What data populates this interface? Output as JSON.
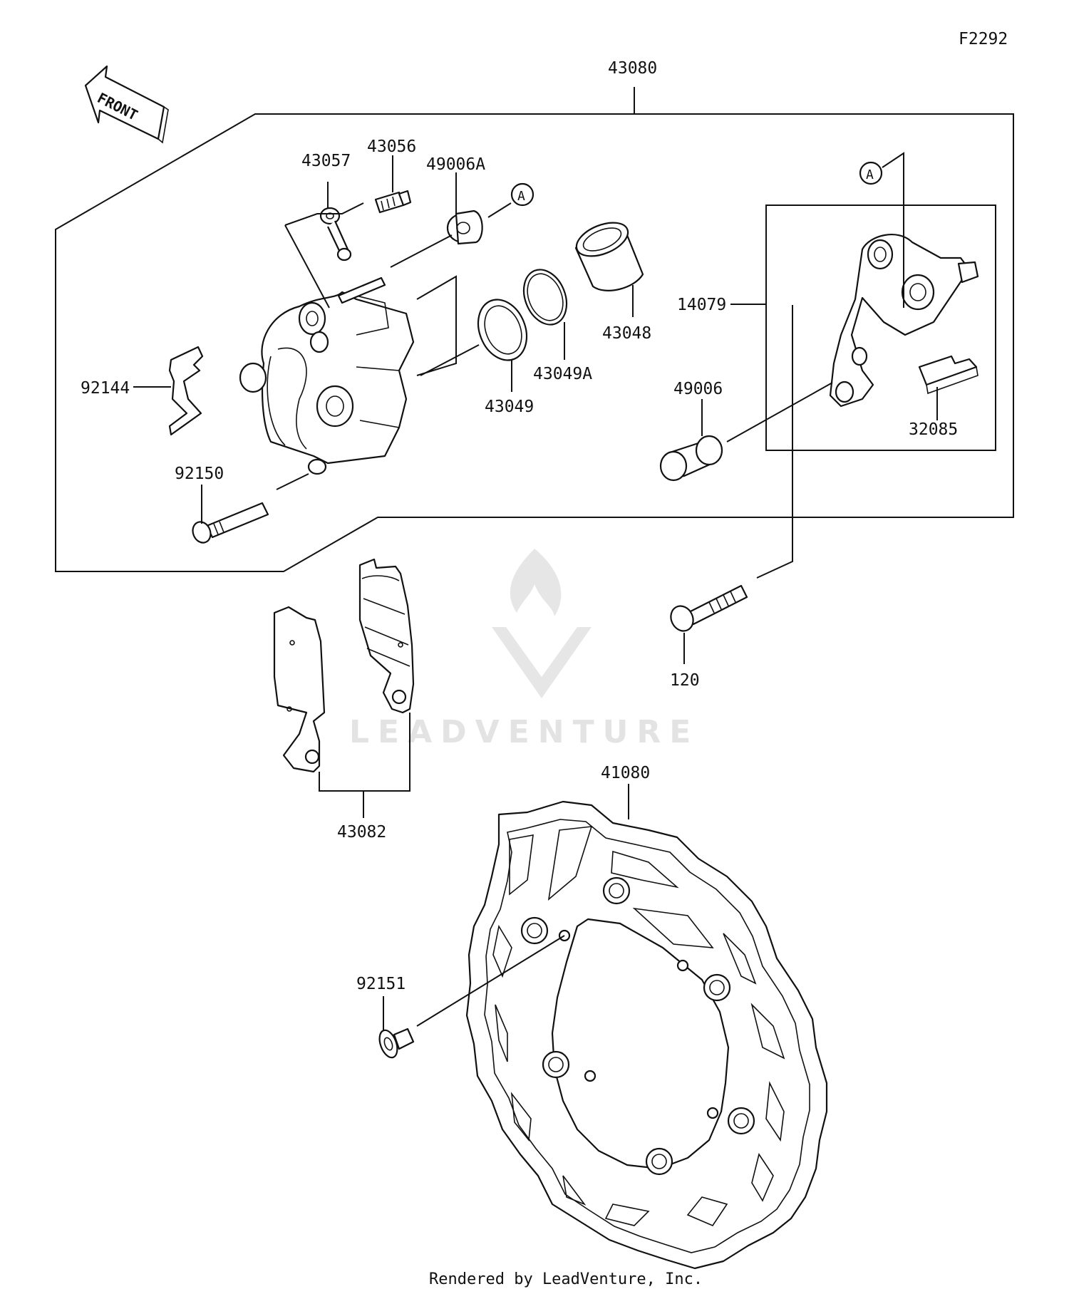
{
  "diagram_code": "F2292",
  "front_label": "FRONT",
  "callout_marker": "A",
  "watermark_text": "LEADVENTURE",
  "footer_text": "Rendered by LeadVenture, Inc.",
  "parts": {
    "caliper_assembly": "43080",
    "bleeder_cap": "43057",
    "bleeder_valve": "43056",
    "boot_upper": "49006A",
    "piston": "43048",
    "dust_seal": "43049A",
    "piston_seal": "43049",
    "pad_spring": "92144",
    "pad_pin": "92150",
    "caliper_bracket": "14079",
    "boot_lower": "49006",
    "pad_shim": "32085",
    "bracket_bolt": "120",
    "brake_pads": "43082",
    "brake_disc": "41080",
    "disc_bolt": "92151"
  }
}
